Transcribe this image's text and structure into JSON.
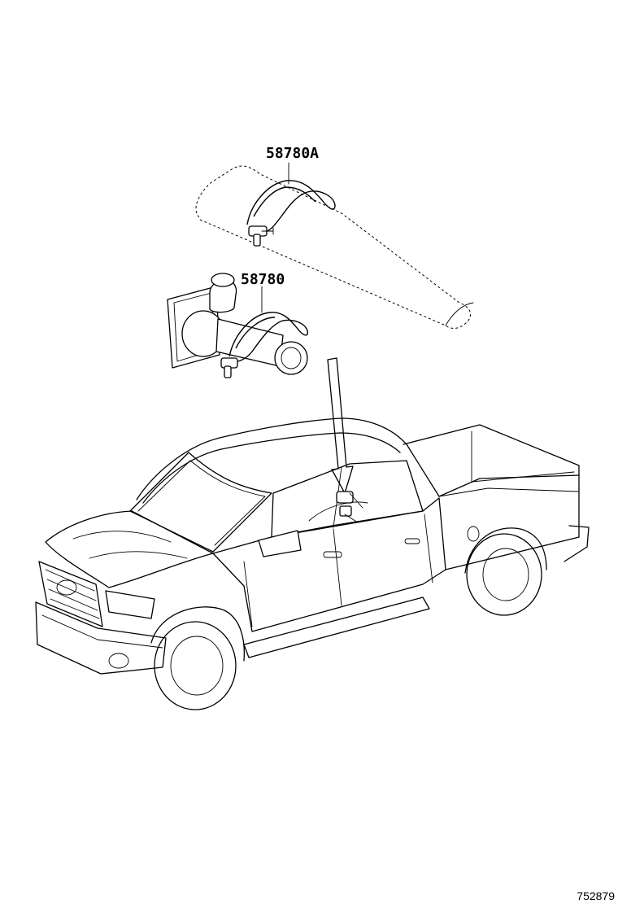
{
  "parts": [
    {
      "number": "58780A"
    },
    {
      "number": "58780"
    }
  ],
  "diagram_ref": "752879"
}
